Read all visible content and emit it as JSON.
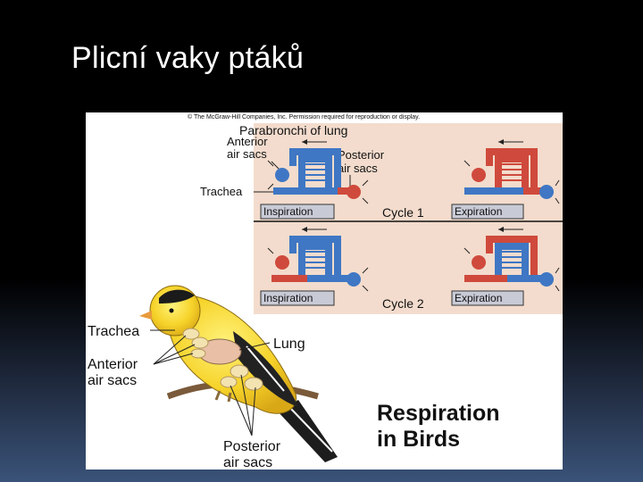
{
  "slide": {
    "title": "Plicní vaky ptáků"
  },
  "figure": {
    "copyright": "© The McGraw-Hill Companies, Inc. Permission required for reproduction or display.",
    "heading_parabronchi": "Parabronchi of lung",
    "label_anterior_air_sacs_top": [
      "Anterior",
      "air sacs"
    ],
    "label_posterior_air_sacs_top": [
      "Posterior",
      "air sacs"
    ],
    "label_trachea_top": "Trachea",
    "cycle1": {
      "label": "Cycle 1",
      "left_phase": "Inspiration",
      "right_phase": "Expiration"
    },
    "cycle2": {
      "label": "Cycle 2",
      "left_phase": "Inspiration",
      "right_phase": "Expiration"
    },
    "bird_labels": {
      "trachea": "Trachea",
      "lung": "Lung",
      "anterior_air_sacs": [
        "Anterior",
        "air sacs"
      ],
      "posterior_air_sacs": [
        "Posterior",
        "air sacs"
      ]
    },
    "caption": [
      "Respiration",
      "in Birds"
    ],
    "colors": {
      "panel_bg": "#f3dccd",
      "oxygenated": "#cf4a3c",
      "deoxygenated": "#3f77c4",
      "phase_box": "#c8cbd6",
      "bird_yellow": "#f6d32a"
    }
  }
}
